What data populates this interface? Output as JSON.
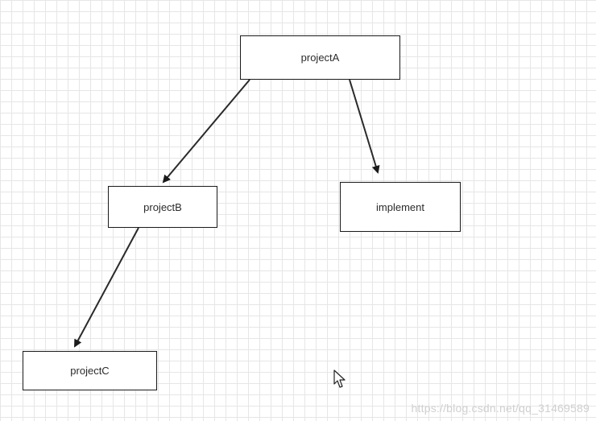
{
  "nodes": {
    "project_a": "projectA",
    "project_b": "projectB",
    "project_c": "projectC",
    "implement": "implement"
  },
  "watermark": "https://blog.csdn.net/qq_31469589",
  "colors": {
    "grid": "#e6e6e6",
    "stroke": "#1a1a1a",
    "text": "#2b2b2b",
    "watermark": "#d0d0d0"
  },
  "cursor_icon": "mouse-pointer-icon"
}
